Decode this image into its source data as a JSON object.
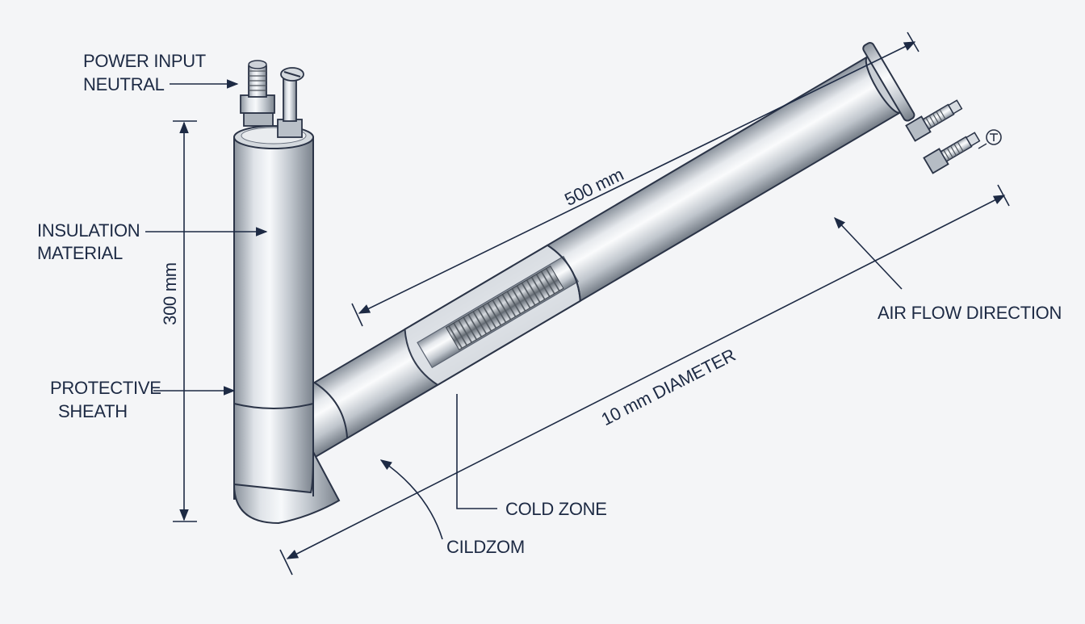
{
  "labels": {
    "power_input": "POWER INPUT",
    "neutral": "NEUTRAL",
    "insulation_line1": "INSULATION",
    "insulation_line2": "MATERIAL",
    "protective_line1": "PROTECTIVE",
    "protective_line2": "SHEATH",
    "vertical_length": "300 mm",
    "horizontal_length": "500 mm",
    "diameter": "10 mm DIAMETER",
    "air_flow": "AIR FLOW DIRECTION",
    "cold_zone": "COLD ZONE",
    "cold_zone_misprint": "CILDZOM"
  },
  "colors": {
    "background": "#f4f5f7",
    "ink": "#1d2a44",
    "metal_light": "#eef1f4",
    "metal_mid": "#c3c9d0",
    "metal_dark": "#7d8590"
  },
  "icons": {
    "thermocouple": "thermometer-circle-icon"
  }
}
